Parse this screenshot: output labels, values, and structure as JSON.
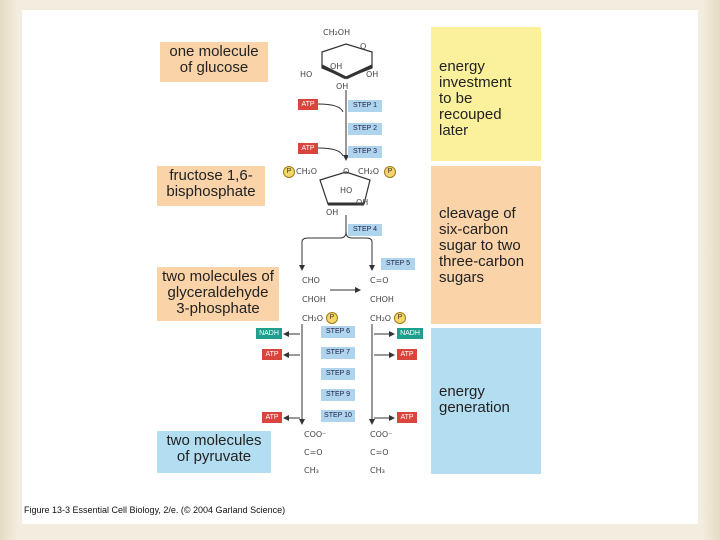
{
  "left_labels": {
    "glucose": [
      "one molecule",
      "of glucose"
    ],
    "fructose": [
      "fructose 1,6-",
      "bisphosphate"
    ],
    "glyceraldehyde": [
      "two molecules of",
      "glyceraldehyde",
      "3-phosphate"
    ],
    "pyruvate": [
      "two molecules",
      "of pyruvate"
    ]
  },
  "right_labels": {
    "investment": [
      "energy",
      "investment",
      "to be",
      "recouped",
      "later"
    ],
    "cleavage": [
      "cleavage of",
      "six-carbon",
      "sugar to two",
      "three-carbon",
      "sugars"
    ],
    "generation": [
      "energy",
      "generation"
    ]
  },
  "steps": [
    "STEP 1",
    "STEP 2",
    "STEP 3",
    "STEP 4",
    "STEP 5",
    "STEP 6",
    "STEP 7",
    "STEP 8",
    "STEP 9",
    "STEP 10"
  ],
  "cofactors": {
    "atp": "ATP",
    "nadh": "NADH",
    "phosphate": "P"
  },
  "chem": {
    "ch2oh": "CH₂OH",
    "oh": "OH",
    "ho": "HO",
    "o": "O",
    "pch2o": "CH₂O",
    "ch2o": "CH₂O",
    "cho": "CHO",
    "choh": "CHOH",
    "c_o": "C=O",
    "ch2oh_plain": "CH₂OH",
    "ch2o_p": "CH₂O",
    "coo": "COO⁻",
    "ch3": "CH₃"
  },
  "caption": "Figure 13-3  Essential Cell Biology, 2/e. (© 2004 Garland Science)",
  "colors": {
    "orange": "#fad3a8",
    "yellow": "#fbf19c",
    "blue": "#b3def1",
    "step": "#aed4ee",
    "atp": "#d9453c",
    "nadh": "#1e9f8e"
  }
}
